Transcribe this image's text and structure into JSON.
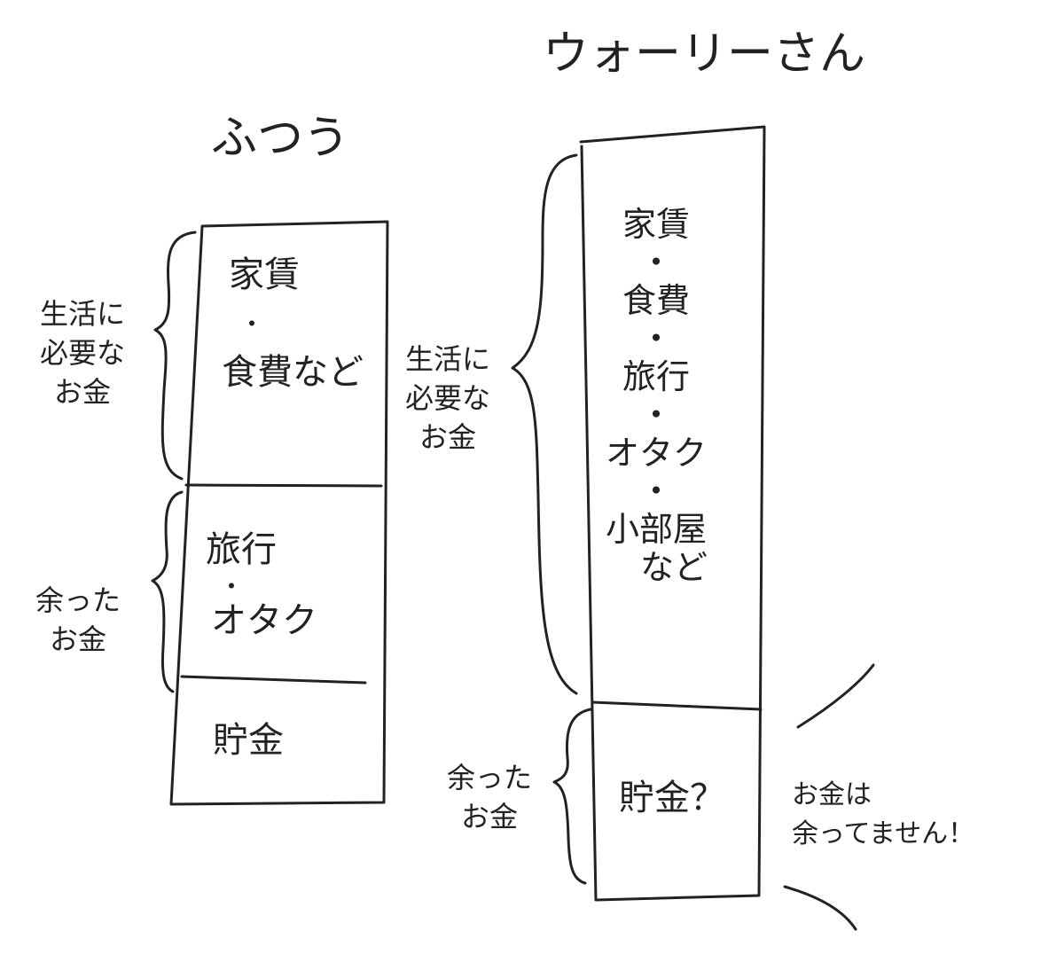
{
  "left": {
    "title": "ふつう",
    "box1": {
      "line1": "家賃",
      "dot": "・",
      "line2": "食費など"
    },
    "box2": {
      "line1": "旅行",
      "dot": "・",
      "line2": "オタク"
    },
    "box3": "貯金",
    "brace_top": [
      "生活に",
      "必要な",
      "お金"
    ],
    "brace_bottom": [
      "余った",
      "お金"
    ]
  },
  "right": {
    "title": "ウォーリーさん",
    "box1": {
      "items": [
        "家賃",
        "・",
        "食費",
        "・",
        "旅行",
        "・",
        "オタク",
        "・",
        "小部屋",
        "など"
      ]
    },
    "box2": "貯金？",
    "brace_top": [
      "生活に",
      "必要な",
      "お金"
    ],
    "brace_bottom": [
      "余った",
      "お金"
    ],
    "note": [
      "お金は",
      "余ってません！"
    ]
  },
  "colors": {
    "ink": "#222222",
    "paper": "#ffffff"
  }
}
